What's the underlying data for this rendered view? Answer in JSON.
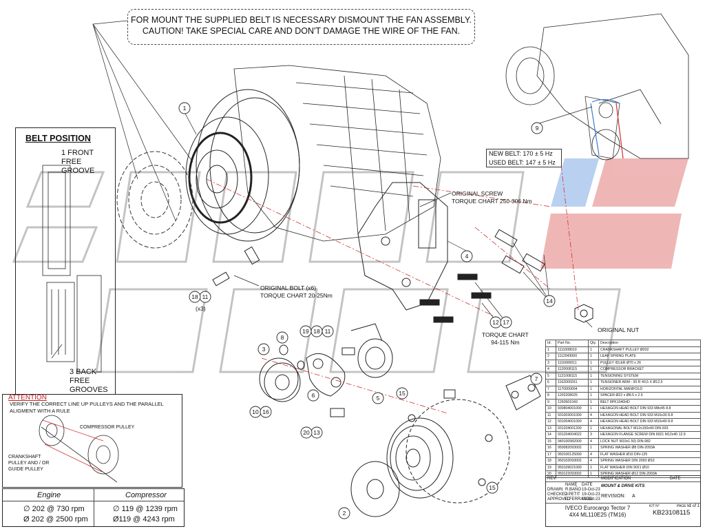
{
  "note": {
    "line1": "FOR MOUNT THE SUPPLIED BELT IS NECESSARY DISMOUNT THE FAN ASSEMBLY.",
    "line2": "CAUTION! TAKE SPECIAL CARE AND DON'T DAMAGE THE WIRE OF THE FAN."
  },
  "belt_position": {
    "title": "BELT POSITION",
    "front_label": "1 FRONT FREE GROOVE",
    "back_label": "3 BACK FREE GROOVES"
  },
  "attention": {
    "title": "ATTENTION",
    "text": "VERIFY THE CORRECT LINE UP PULLEYS AND THE PARALLEL ALIGMENT WITH A RULE",
    "compressor_label": "COMPRESSOR PULLEY",
    "crank_label": "CRANKSHAFT PULLEY AND / OR GUIDE PULLEY"
  },
  "rpm_table": {
    "engine_header": "Engine",
    "compressor_header": "Compressor",
    "rows": [
      {
        "engine": "∅ 202 @ 730 rpm",
        "compressor": "∅ 119 @ 1239 rpm"
      },
      {
        "engine": "Ø 202 @ 2500 rpm",
        "compressor": "Ø119 @ 4243 rpm"
      }
    ]
  },
  "belt_tension": {
    "new": "NEW BELT: 170  ± 5 Hz",
    "used": "USED BELT: 147  ± 5 Hz"
  },
  "labels": {
    "original_screw": "ORIGINAL SCREW",
    "original_screw_torque": "TORQUE CHART 250-306 Nm",
    "original_bolt": "ORIGINAL BOLT (x6)",
    "original_bolt_torque": "TORQUE CHART 20-25Nm",
    "torque_chart": "TORQUE CHART",
    "torque_chart_value": "94-115 Nm",
    "original_nut": "ORIGINAL NUT",
    "x3": "(x3)"
  },
  "callouts": [
    "1",
    "2",
    "3",
    "4",
    "5",
    "6",
    "7",
    "8",
    "9",
    "10",
    "11",
    "12",
    "13",
    "14",
    "15",
    "16",
    "17",
    "18",
    "19",
    "20"
  ],
  "bom": {
    "headers": [
      "Id.",
      "Part No.",
      "Qty.",
      "Description"
    ],
    "rows": [
      [
        "1",
        "1111008010",
        "1",
        "CRANKSHAFT PULLEY Ø202"
      ],
      [
        "2",
        "1112043000",
        "1",
        "LEAF SPRING PLATE"
      ],
      [
        "3",
        "1116000011",
        "1",
        "PULLEY IDLER Ø70 x 26"
      ],
      [
        "4",
        "1120008115",
        "1",
        "COMPRESSOR BRACKET"
      ],
      [
        "5",
        "1121008115",
        "1",
        "TENSIONING SYSTEM"
      ],
      [
        "6",
        "1162000261",
        "1",
        "TENSIONER ARM - 95 R 40,5 X Ø12,5"
      ],
      [
        "7",
        "1170000004",
        "1",
        "HORIZONTAL MANIFOLD"
      ],
      [
        "8",
        "1202208025",
        "1",
        "SPACER Ø22 x Ø8.5 x 2.5"
      ],
      [
        "9",
        "1260501043",
        "1",
        "BELT 8PK1040HD"
      ],
      [
        "10",
        "930804001000",
        "1",
        "HEXAGON HEAD BOLT DIN 933 M8x45 8.8"
      ],
      [
        "11",
        "931003001000",
        "4",
        "HEXAGON HEAD BOLT DIN 933 M10x30 8.8"
      ],
      [
        "12",
        "931004001000",
        "4",
        "HEXAGON HEAD BOLT DIN 933 M10x40 8.8"
      ],
      [
        "13",
        "931204001200",
        "1",
        "HEXAGONAL BOLT M12x150x40 DIN-933"
      ],
      [
        "14",
        "931204004022",
        "3",
        "HEXAGON FLANGE SCREW DIN 6921 M12x40 12.9"
      ],
      [
        "15",
        "940100982000",
        "4",
        "LOCK NUT M10x1.50) DIN-982"
      ],
      [
        "16",
        "950082093002",
        "1",
        "SPRING WASHER Ø8 DIN-2093A"
      ],
      [
        "17",
        "950100125000",
        "4",
        "FLAT WASHER Ø10 DIN-125"
      ],
      [
        "18",
        "950102093002",
        "4",
        "SPRING WASHER DIN 2093 Ø10"
      ],
      [
        "19",
        "950109021000",
        "1",
        "FLAT WASHER DIN 9021 Ø10"
      ],
      [
        "20",
        "950122093002",
        "1",
        "SPRING WASHER Ø12 DIN-2093A"
      ]
    ]
  },
  "title_block": {
    "rev": "REV.",
    "modification": "MODIFICATION",
    "date": "DATE",
    "name": "NAME",
    "drawn": "DRAWN",
    "drawn_name": "R.BAÑO",
    "drawn_date": "19-Oct-23",
    "checked": "CHECKED",
    "checked_name": "J.PETIT",
    "checked_date": "19-Oct-23",
    "approved": "APPROVED",
    "approved_name": "D.FERRANDO",
    "approved_date": "19-Oct-23",
    "category": "MOUNT & DRIVE KITS",
    "revision": "REVISION:",
    "revision_value": "A",
    "description_line1": "IVECO Eurocargo Tector 7",
    "description_line2": "4X4 ML110E25 (TM16)",
    "kit_no_label": "KIT N°",
    "kit_no": "KB23108115",
    "page_label": "PAGE N°",
    "page": "1 of 1"
  },
  "colors": {
    "attention_red": "#c02020",
    "highlight_red": "#d23030",
    "highlight_blue": "#3a7ad8",
    "watermark": "#bfbfbf"
  }
}
